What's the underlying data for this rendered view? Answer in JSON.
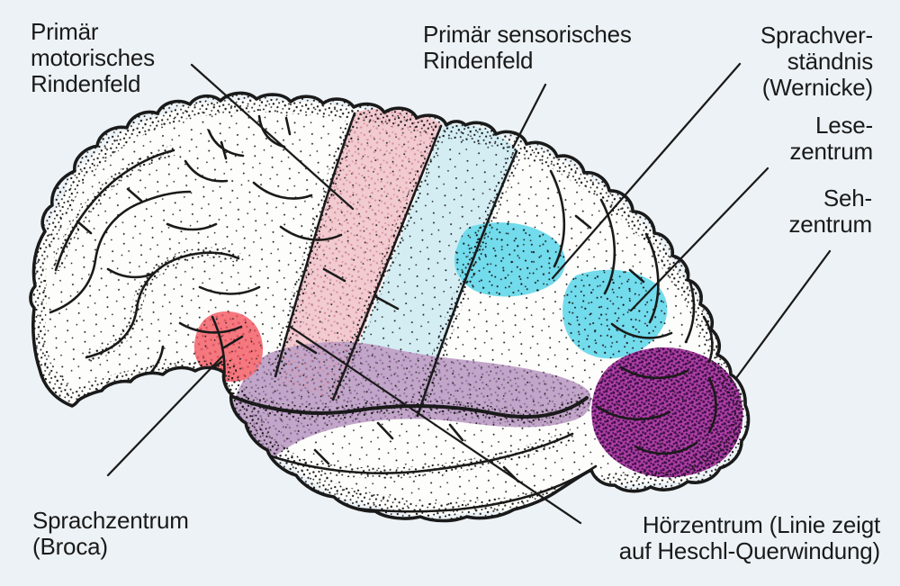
{
  "figure": {
    "background": "#ecf2f5",
    "ink": "#1a1a1a",
    "brain_fill": "#fdfdfb"
  },
  "labels": {
    "motor": {
      "lines": [
        "Primär",
        "motorisches",
        "Rindenfeld"
      ]
    },
    "sensory": {
      "lines": [
        "Primär sensorisches",
        "Rindenfeld"
      ]
    },
    "wernicke": {
      "lines": [
        "Sprachver-",
        "ständnis",
        "(Wernicke)"
      ]
    },
    "reading": {
      "lines": [
        "Lese-",
        "zentrum"
      ]
    },
    "visual": {
      "lines": [
        "Seh-",
        "zentrum"
      ]
    },
    "broca": {
      "lines": [
        "Sprachzentrum",
        "(Broca)"
      ]
    },
    "auditory": {
      "lines": [
        "Hörzentrum (Linie zeigt",
        "auf Heschl-Querwindung)"
      ]
    }
  },
  "regions": {
    "motor": {
      "color": "#f2cbd1"
    },
    "sensory": {
      "color": "#d3edf3"
    },
    "broca": {
      "color": "#f5787f"
    },
    "wernicke": {
      "color": "#72dbec"
    },
    "reading": {
      "color": "#72dbec"
    },
    "auditory": {
      "color": "#c2a6c9"
    },
    "visual": {
      "color": "#ad3fa4"
    }
  }
}
